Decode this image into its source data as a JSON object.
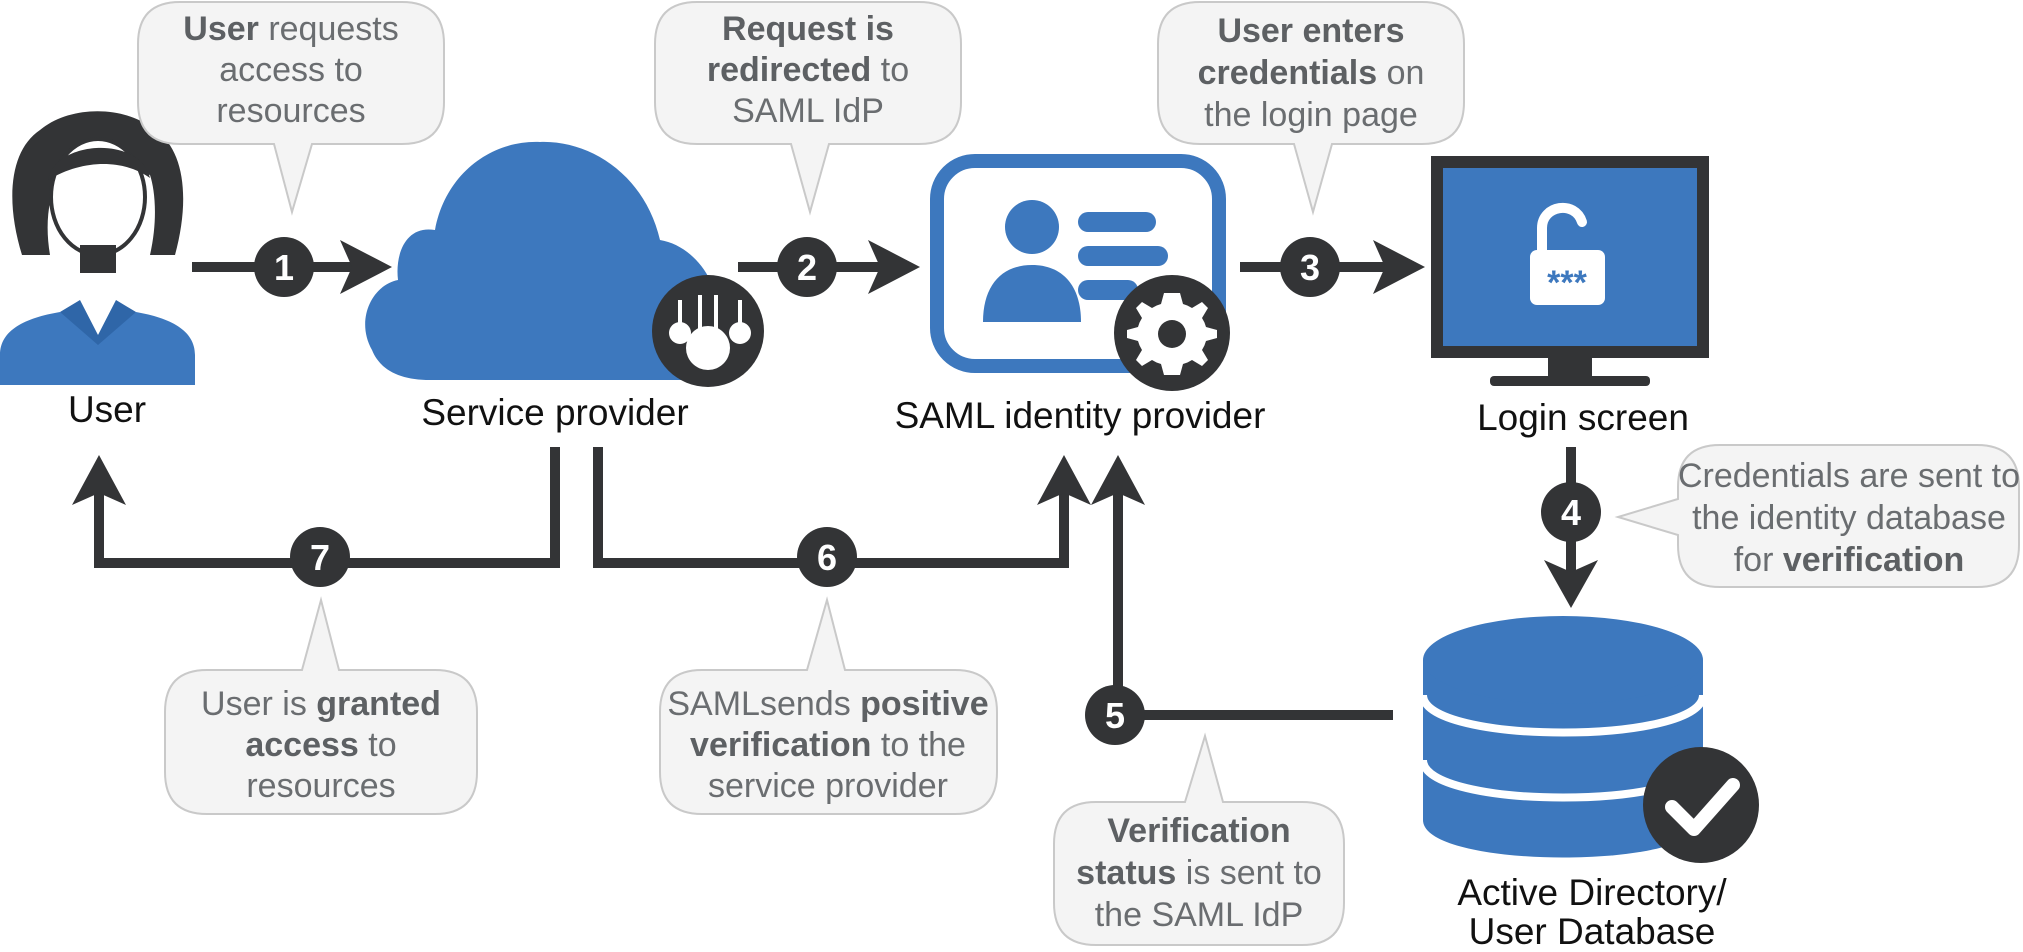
{
  "colors": {
    "accent_blue": "#3d78be",
    "dark": "#333436",
    "bubble_fill": "#f4f4f4",
    "bubble_text": "#6a6d70"
  },
  "nodes": {
    "user": {
      "label": "User",
      "icon": "user-icon"
    },
    "service_provider": {
      "label": "Service provider",
      "icon": "cloud-icon"
    },
    "idp": {
      "label": "SAML identity provider",
      "icon": "id-card-icon"
    },
    "login": {
      "label": "Login screen",
      "icon": "monitor-lock-icon"
    },
    "database": {
      "label_line1": "Active Directory/",
      "label_line2": "User Database",
      "icon": "database-icon"
    }
  },
  "steps": [
    {
      "number": "1",
      "desc_parts": [
        {
          "text": "User",
          "bold": true
        },
        {
          "text": " requests",
          "bold": false
        },
        {
          "text": "access to",
          "bold": false
        },
        {
          "text": "resources",
          "bold": false
        }
      ]
    },
    {
      "number": "2",
      "desc_parts": [
        {
          "text": "Request is",
          "bold": true
        },
        {
          "text": "redirected",
          "bold": true
        },
        {
          "text": " to",
          "bold": false
        },
        {
          "text": "SAML IdP",
          "bold": false
        }
      ]
    },
    {
      "number": "3",
      "desc_parts": [
        {
          "text": "User enters",
          "bold": true
        },
        {
          "text": "credentials",
          "bold": true
        },
        {
          "text": " on",
          "bold": false
        },
        {
          "text": "the login page",
          "bold": false
        }
      ]
    },
    {
      "number": "4",
      "desc_parts": [
        {
          "text": "Credentials are sent to",
          "bold": false
        },
        {
          "text": "the identity database",
          "bold": false
        },
        {
          "text": "for ",
          "bold": false
        },
        {
          "text": "verification",
          "bold": true
        }
      ]
    },
    {
      "number": "5",
      "desc_parts": [
        {
          "text": "Verification",
          "bold": true
        },
        {
          "text": "status",
          "bold": true
        },
        {
          "text": " is sent to",
          "bold": false
        },
        {
          "text": "the SAML IdP",
          "bold": false
        }
      ]
    },
    {
      "number": "6",
      "desc_parts": [
        {
          "text": "SAMLsends ",
          "bold": false
        },
        {
          "text": "positive",
          "bold": true
        },
        {
          "text": "verification",
          "bold": true
        },
        {
          "text": " to the",
          "bold": false
        },
        {
          "text": "service provider",
          "bold": false
        }
      ]
    },
    {
      "number": "7",
      "desc_parts": [
        {
          "text": "User is ",
          "bold": false
        },
        {
          "text": "granted",
          "bold": true
        },
        {
          "text": "access",
          "bold": true
        },
        {
          "text": " to",
          "bold": false
        },
        {
          "text": "resources",
          "bold": false
        }
      ]
    }
  ]
}
